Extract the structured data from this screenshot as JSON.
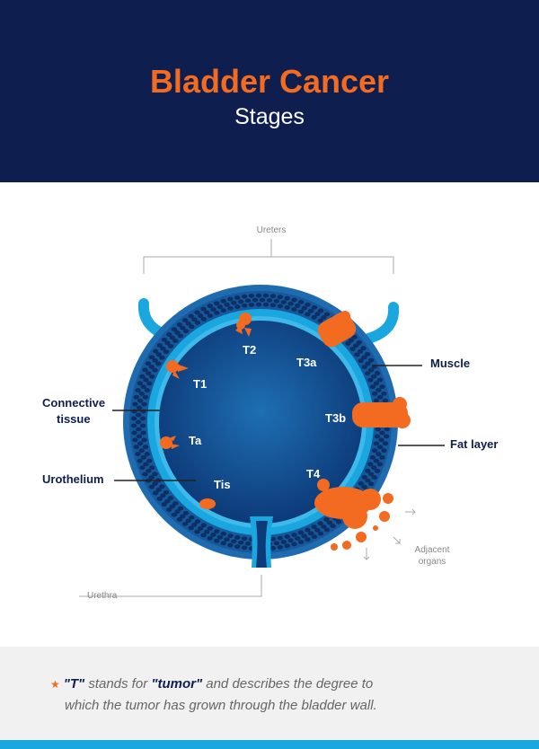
{
  "header": {
    "title": "Bladder Cancer",
    "subtitle": "Stages"
  },
  "labels": {
    "ureters": "Ureters",
    "urethra": "Urethra",
    "muscle": "Muscle",
    "fat_layer": "Fat layer",
    "connective_1": "Connective",
    "connective_2": "tissue",
    "urothelium": "Urothelium",
    "adjacent_1": "Adjacent",
    "adjacent_2": "organs"
  },
  "stages": {
    "T2": "T2",
    "T3a": "T3a",
    "T1": "T1",
    "T3b": "T3b",
    "Ta": "Ta",
    "Tis": "Tis",
    "T4": "T4"
  },
  "footnote": {
    "star": "★",
    "t": "\"T\"",
    "part1": " stands for ",
    "tumor": "\"tumor\"",
    "part2": " and describes the degree to",
    "line2": "which the tumor has grown through the bladder wall."
  },
  "colors": {
    "navy": "#0e1e4f",
    "orange": "#f26b21",
    "light_blue": "#1aa6df",
    "blue": "#1f6bb0"
  }
}
